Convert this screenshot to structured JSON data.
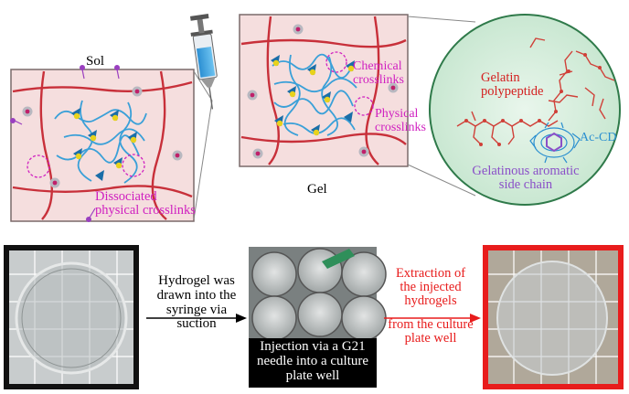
{
  "labels": {
    "sol": "Sol",
    "gel": "Gel",
    "dissociated": [
      "Dissociated",
      "physical crosslinks"
    ],
    "chemical": [
      "Chemical",
      "crosslinks"
    ],
    "physical": [
      "Physical",
      "crosslinks"
    ],
    "gelatin": [
      "Gelatin",
      "polypeptide"
    ],
    "acd": "Ac-CD",
    "aromatic": [
      "Gelatinous aromatic",
      "side chain"
    ]
  },
  "steps": {
    "drawn": [
      "Hydrogel was",
      "drawn into the",
      "syringe via",
      "suction"
    ],
    "injection": [
      "Injection via a G21",
      "needle into a culture",
      "plate well"
    ],
    "extraction": [
      "Extraction of",
      "the injected",
      "hydrogels",
      "from the culture",
      "plate well"
    ]
  },
  "colors": {
    "magenta": "#d020c0",
    "red_label": "#d42020",
    "blue": "#2a8fd0",
    "purple": "#8a4fc8",
    "frame_red": "#e81c1c",
    "net_red": "#c8303a",
    "panel_fill": "#f6e0e0"
  },
  "icons": [
    "syringe-icon",
    "right-arrow-icon",
    "red-arrow-icon",
    "benzene-ring-icon"
  ]
}
